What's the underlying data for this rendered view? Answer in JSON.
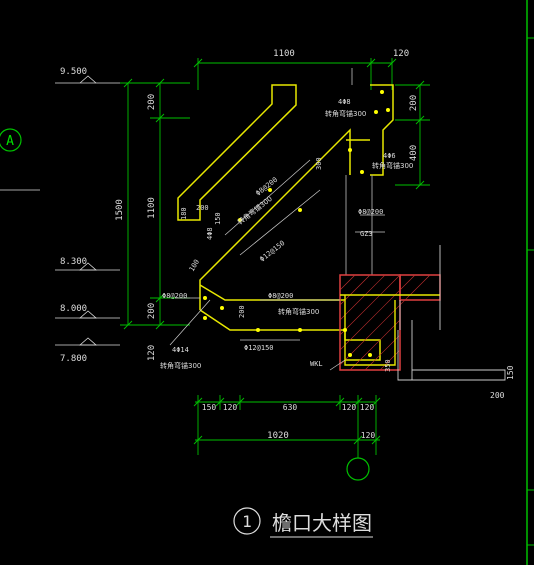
{
  "drawing": {
    "title": "檐口大样图",
    "detail_number": "1",
    "axis_label": "A",
    "elevations": [
      "9.500",
      "8.300",
      "8.000",
      "7.800"
    ],
    "top_dims": [
      "1100",
      "120"
    ],
    "left_dims_outer": "1500",
    "left_dims_inner": [
      "200",
      "1100",
      "200"
    ],
    "left_dim_120": "120",
    "right_dims": [
      "200",
      "400"
    ],
    "right_dim_150": "150",
    "right_dim_200": "200",
    "bottom_dims_row1": [
      "150",
      "120",
      "630",
      "120",
      "120"
    ],
    "bottom_dims_row2": [
      "1020",
      "120"
    ],
    "small_dims": {
      "d150": "150",
      "d100": "100",
      "d200_a": "200",
      "d200_b": "200",
      "d300": "300",
      "d350": "350",
      "d180": "180"
    },
    "annotations": {
      "rebar_top": "4Φ8",
      "rebar_top_note": "转角弯锚300",
      "rebar_mid": "4Φ6",
      "rebar_mid_note": "转角弯锚300",
      "slope_top_a": "Φ8@200",
      "slope_top_b": "转角弯锚300",
      "slope_bottom": "Φ12@150",
      "stirrup": "Φ8@200",
      "column": "GZ3",
      "left_a": "Φ8@200",
      "left_b": "4Φ8",
      "bottom_a": "4Φ14",
      "bottom_b": "转角弯锚300",
      "horiz_a": "Φ8@200",
      "horiz_b": "转角弯锚300",
      "horiz_c": "Φ12@150",
      "beam": "WKL"
    }
  }
}
